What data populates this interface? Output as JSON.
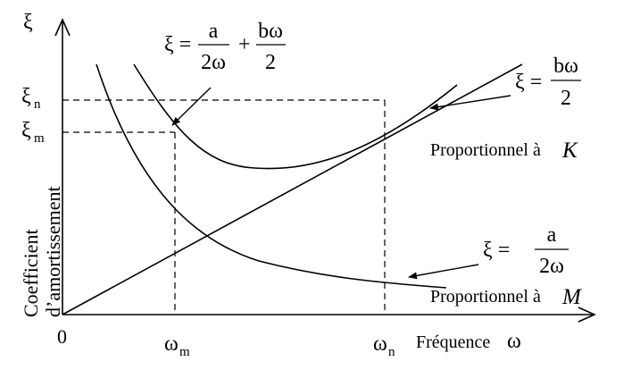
{
  "axes": {
    "y_symbol": "ξ",
    "origin": "0",
    "x_label": "Fréquence",
    "x_symbol": "ω",
    "y_label_line1": "Coefficient",
    "y_label_line2": "d’amortissement"
  },
  "ticks": {
    "xi_n": {
      "base": "ξ",
      "sub": "n"
    },
    "xi_m": {
      "base": "ξ",
      "sub": "m"
    },
    "omega_m": {
      "base": "ω",
      "sub": "m"
    },
    "omega_n": {
      "base": "ω",
      "sub": "n"
    }
  },
  "formulas": {
    "sum": {
      "lhs": "ξ =",
      "num1": "a",
      "den1": "2ω",
      "plus": "+",
      "num2": "bω",
      "den2": "2"
    },
    "stiffness": {
      "lhs": "ξ =",
      "num": "bω",
      "den": "2"
    },
    "mass": {
      "lhs": "ξ =",
      "num": "a",
      "den": "2ω"
    }
  },
  "annotations": {
    "prop_K_text": "Proportionnel à",
    "prop_K_var": "K",
    "prop_M_text": "Proportionnel à",
    "prop_M_var": "M"
  }
}
